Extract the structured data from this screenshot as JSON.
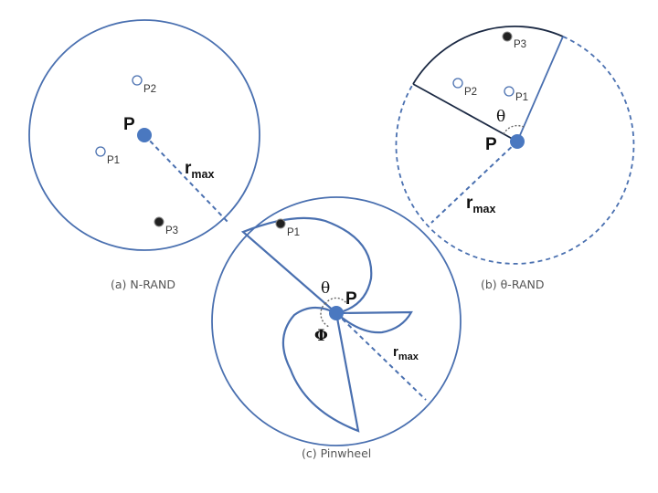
{
  "colors": {
    "circle": "#4a70b0",
    "point_fill": "#4a78c0",
    "sample_dark": "#111111",
    "text": "#222222"
  },
  "panel_a": {
    "caption": "(a) N-RAND",
    "center_label": "P",
    "radius_label": "r",
    "radius_sub": "max",
    "points": [
      "P2",
      "P1",
      "P3"
    ]
  },
  "panel_b": {
    "caption": "(b) θ-RAND",
    "center_label": "P",
    "angle_label": "θ",
    "radius_label": "r",
    "radius_sub": "max",
    "points": [
      "P3",
      "P2",
      "P1"
    ]
  },
  "panel_c": {
    "caption": "(c) Pinwheel",
    "center_label": "P",
    "angle_theta": "θ",
    "angle_phi": "Φ",
    "radius_label": "r",
    "radius_sub": "max",
    "points": [
      "P1"
    ]
  }
}
